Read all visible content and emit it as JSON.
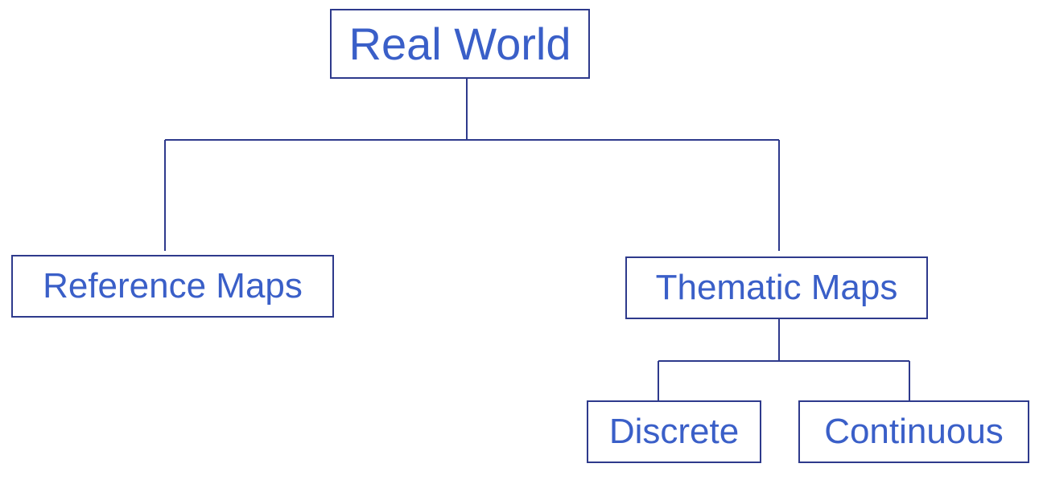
{
  "diagram": {
    "root": {
      "label": "Real World"
    },
    "level1": [
      {
        "label": "Reference Maps"
      },
      {
        "label": "Thematic Maps"
      }
    ],
    "level2": [
      {
        "label": "Discrete"
      },
      {
        "label": "Continuous"
      }
    ],
    "colors": {
      "text": "#3a5fc8",
      "border": "#2e3a8c",
      "background": "#ffffff"
    }
  }
}
